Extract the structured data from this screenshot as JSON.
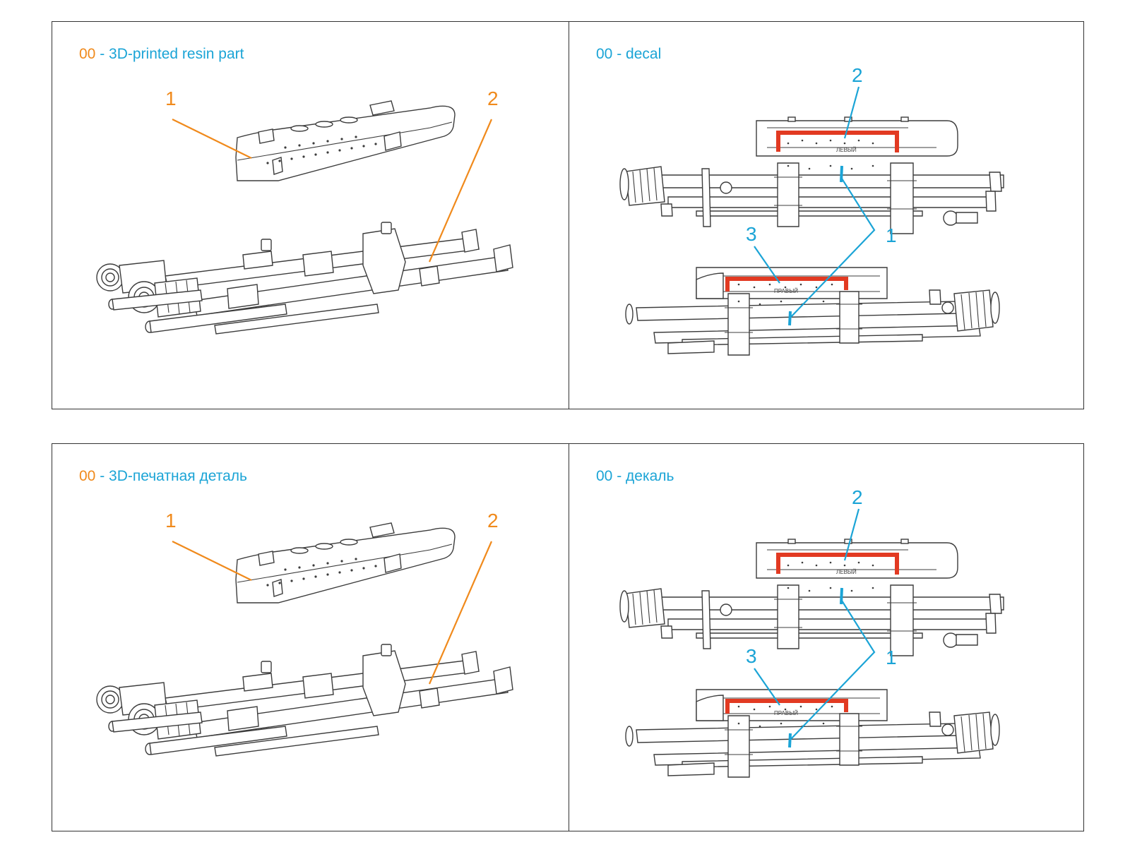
{
  "colors": {
    "accent_orange": "#f08a1c",
    "accent_blue": "#1ba4d6",
    "red_mark": "#e23a22",
    "frame": "#333333"
  },
  "panels": [
    {
      "code": "00",
      "text": "- 3D-printed resin part",
      "callouts": [
        "1",
        "2"
      ]
    },
    {
      "code": "00",
      "text": "- decal",
      "callouts": [
        "2",
        "1",
        "3"
      ],
      "stencil_top": "ЛЕВЫЙ",
      "stencil_bottom": "ПРАВЫЙ"
    },
    {
      "code": "00",
      "text": "- 3D-печатная деталь",
      "callouts": [
        "1",
        "2"
      ]
    },
    {
      "code": "00",
      "text": "- декаль",
      "callouts": [
        "2",
        "1",
        "3"
      ],
      "stencil_top": "ЛЕВЫЙ",
      "stencil_bottom": "ПРАВЫЙ"
    }
  ]
}
